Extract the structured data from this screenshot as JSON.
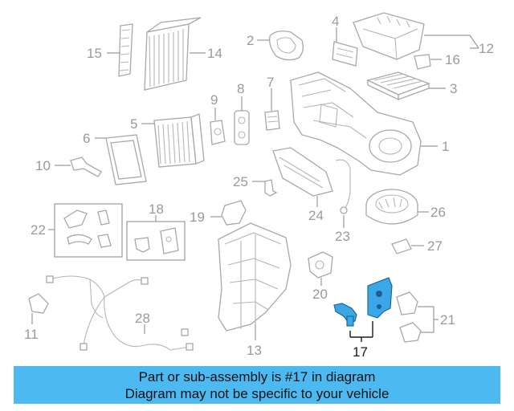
{
  "diagram": {
    "highlight_color": "#3aa8e6",
    "callouts": [
      {
        "id": "15",
        "label": "15"
      },
      {
        "id": "14",
        "label": "14"
      },
      {
        "id": "2",
        "label": "2"
      },
      {
        "id": "4",
        "label": "4"
      },
      {
        "id": "12",
        "label": "12"
      },
      {
        "id": "16",
        "label": "16"
      },
      {
        "id": "3",
        "label": "3"
      },
      {
        "id": "9",
        "label": "9"
      },
      {
        "id": "8",
        "label": "8"
      },
      {
        "id": "7",
        "label": "7"
      },
      {
        "id": "5",
        "label": "5"
      },
      {
        "id": "6",
        "label": "6"
      },
      {
        "id": "1",
        "label": "1"
      },
      {
        "id": "10",
        "label": "10"
      },
      {
        "id": "25",
        "label": "25"
      },
      {
        "id": "26",
        "label": "26"
      },
      {
        "id": "22",
        "label": "22"
      },
      {
        "id": "18",
        "label": "18"
      },
      {
        "id": "19",
        "label": "19"
      },
      {
        "id": "24",
        "label": "24"
      },
      {
        "id": "23",
        "label": "23"
      },
      {
        "id": "27",
        "label": "27"
      },
      {
        "id": "20",
        "label": "20"
      },
      {
        "id": "11",
        "label": "11"
      },
      {
        "id": "28",
        "label": "28"
      },
      {
        "id": "13",
        "label": "13"
      },
      {
        "id": "21",
        "label": "21"
      },
      {
        "id": "17",
        "label": "17"
      }
    ]
  },
  "banner": {
    "line1": "Part or sub-assembly is #17 in diagram",
    "line2": "Diagram may not be specific to your vehicle",
    "color": "#4cb9f0"
  }
}
